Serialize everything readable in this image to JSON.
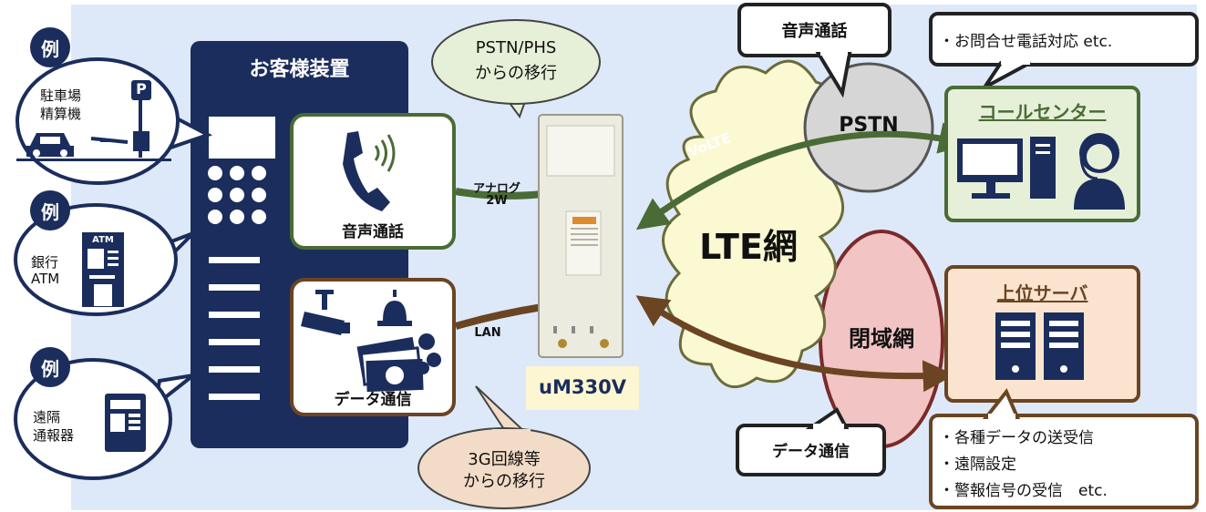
{
  "device": {
    "title": "お客様装置",
    "voice_label": "音声通話",
    "data_label": "データ通信"
  },
  "examples": {
    "badge": "例",
    "items": [
      {
        "label_line1": "駐車場",
        "label_line2": "精算機",
        "sign": "P"
      },
      {
        "label_line1": "銀行",
        "label_line2": "ATM",
        "sign": "ATM"
      },
      {
        "label_line1": "遠隔",
        "label_line2": "通報器"
      }
    ]
  },
  "bubbles": {
    "pstn_phs_line1": "PSTN/PHS",
    "pstn_phs_line2": "からの移行",
    "g3_line1": "3G回線等",
    "g3_line2": "からの移行"
  },
  "links": {
    "analog_line1": "アナログ",
    "analog_line2": "2W",
    "lan": "LAN"
  },
  "router": {
    "name": "uM330V"
  },
  "network": {
    "lte": "LTE網",
    "pstn": "PSTN",
    "volte": "VoLTE",
    "closed": "閉域網",
    "voice_callout": "音声通話",
    "data_callout": "データ通信"
  },
  "call_center": {
    "title": "コールセンター",
    "note": "・お問合せ電話対応 etc."
  },
  "server": {
    "title": "上位サーバ",
    "notes": [
      "・各種データの送受信",
      "・遠隔設定",
      "・警報信号の受信　etc."
    ]
  },
  "colors": {
    "navy": "#1b2d5c",
    "green": "#4a6b35",
    "brown": "#6b4422",
    "lte_fill": "#fbf9d2",
    "pstn_fill": "#d6d6d6",
    "closed_fill": "#f2c4c4",
    "callcenter_fill": "#e6f0d8",
    "server_fill": "#fbe4cf"
  }
}
